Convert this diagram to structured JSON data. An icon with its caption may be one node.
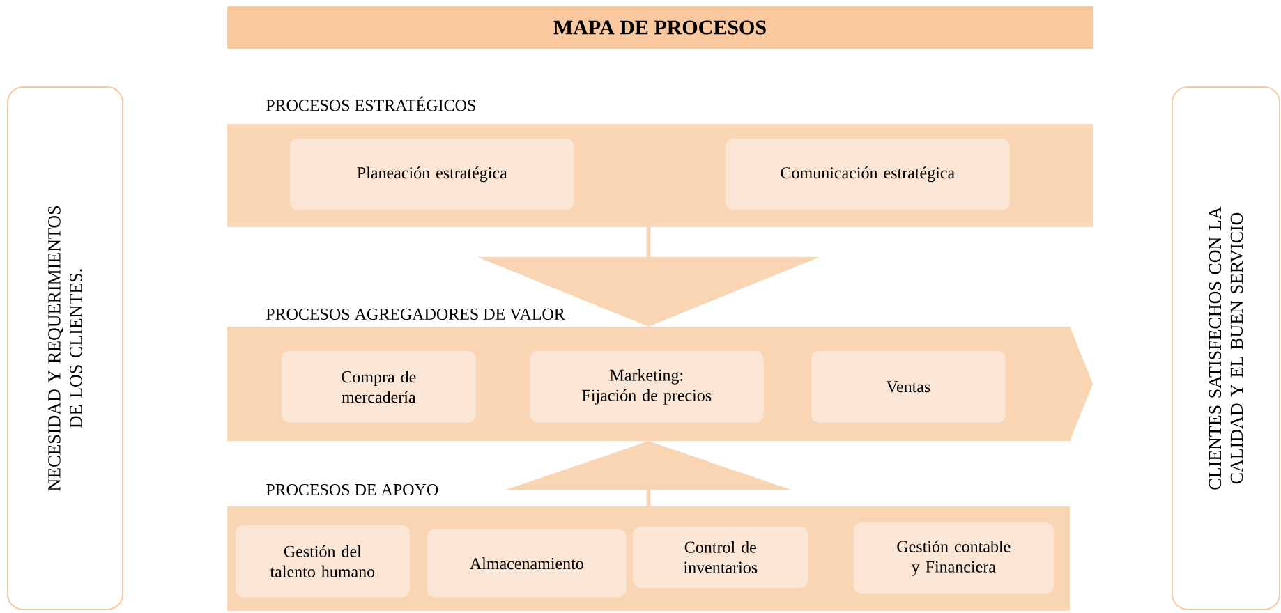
{
  "diagram": {
    "title": "MAPA DE PROCESOS",
    "nodes": [
      {
        "text": [
          "NECESIDAD Y REQUERIMIENTOS DE LOS CLIENTES."
        ]
      },
      {
        "text": [
          "PROCESOS ESTRATÉGICOS"
        ]
      },
      {
        "text": [
          "Planeación estratégica"
        ],
        "in": 1
      },
      {
        "text": [
          "Comunicación estratégica"
        ],
        "in": 1
      },
      {
        "text": [
          "PROCESOS AGREGADORES DE VALOR"
        ]
      },
      {
        "text": [
          "Compra de mercadería"
        ],
        "in": 4
      },
      {
        "text": [
          "Marketing: Fijación de precios"
        ],
        "in": 4
      },
      {
        "text": [
          "Ventas"
        ],
        "in": 4
      },
      {
        "text": [
          "PROCESOS DE APOYO"
        ]
      },
      {
        "text": [
          "Gestión del talento humano"
        ],
        "in": 8
      },
      {
        "text": [
          "Almacenamiento"
        ],
        "in": 8
      },
      {
        "text": [
          "Control de inventarios"
        ],
        "in": 8
      },
      {
        "text": [
          "Gestión contable y Financiera"
        ],
        "in": 8
      },
      {
        "text": [
          "CLIENTES SATISFECHOS CON LA CALIDAD Y EL BUEN SERVICIO"
        ]
      }
    ],
    "edges": [
      {
        "from": 1,
        "to": 4,
        "arrow": "to"
      },
      {
        "from": 8,
        "to": 4,
        "arrow": "to"
      }
    ]
  }
}
